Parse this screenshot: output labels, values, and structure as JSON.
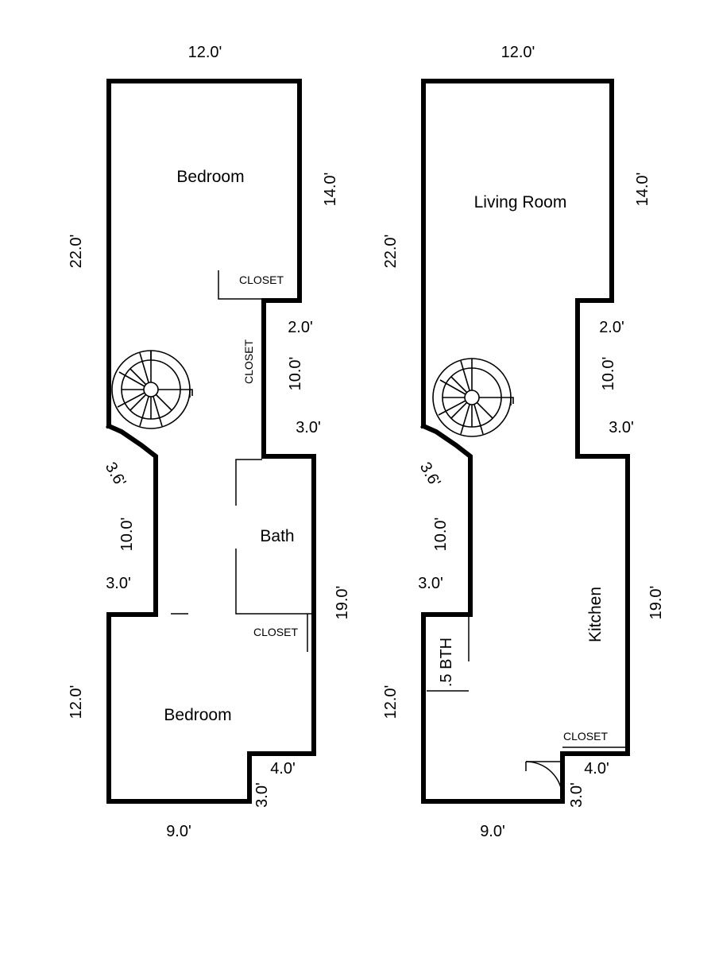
{
  "floor_left": {
    "rooms": {
      "bedroom_top": "Bedroom",
      "closet_top": "CLOSET",
      "closet_hall": "CLOSET",
      "bath": "Bath",
      "closet_bath": "CLOSET",
      "bedroom_bottom": "Bedroom"
    },
    "dims": {
      "top_width": "12.0'",
      "right_upper": "14.0'",
      "left_upper": "22.0'",
      "notch_top": "2.0'",
      "notch_side": "10.0'",
      "notch_bottom": "3.0'",
      "diagonal": "3.6'",
      "left_mid": "10.0'",
      "left_step": "3.0'",
      "right_lower": "19.0'",
      "left_lower": "12.0'",
      "bottom_step": "4.0'",
      "bottom_step_side": "3.0'",
      "bottom_width": "9.0'"
    }
  },
  "floor_right": {
    "rooms": {
      "living_room": "Living Room",
      "half_bath": ".5 BTH",
      "kitchen": "Kitchen",
      "closet": "CLOSET"
    },
    "dims": {
      "top_width": "12.0'",
      "right_upper": "14.0'",
      "left_upper": "22.0'",
      "notch_top": "2.0'",
      "notch_side": "10.0'",
      "notch_bottom": "3.0'",
      "diagonal": "3.6'",
      "left_mid": "10.0'",
      "left_step": "3.0'",
      "right_lower": "19.0'",
      "left_lower": "12.0'",
      "bottom_step": "4.0'",
      "bottom_step_side": "3.0'",
      "bottom_width": "9.0'"
    }
  }
}
